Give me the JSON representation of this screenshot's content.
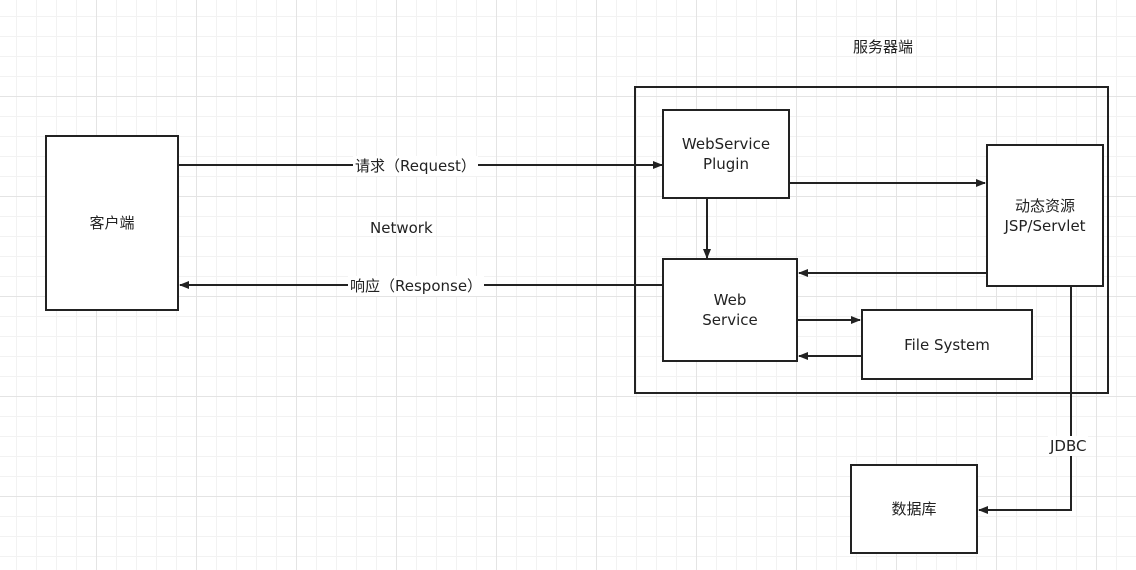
{
  "title": "服务器端",
  "nodes": {
    "client": "客户端",
    "plugin": "WebService\nPlugin",
    "web_service": "Web\nService",
    "dynamic": "动态资源\nJSP/Servlet",
    "file_system": "File System",
    "database": "数据库"
  },
  "edges": {
    "request": "请求（Request）",
    "response": "响应（Response）",
    "network": "Network",
    "jdbc": "JDBC"
  },
  "colors": {
    "stroke": "#222222",
    "grid_major": "#e4e4e4",
    "grid_minor": "#f2f2f2"
  }
}
